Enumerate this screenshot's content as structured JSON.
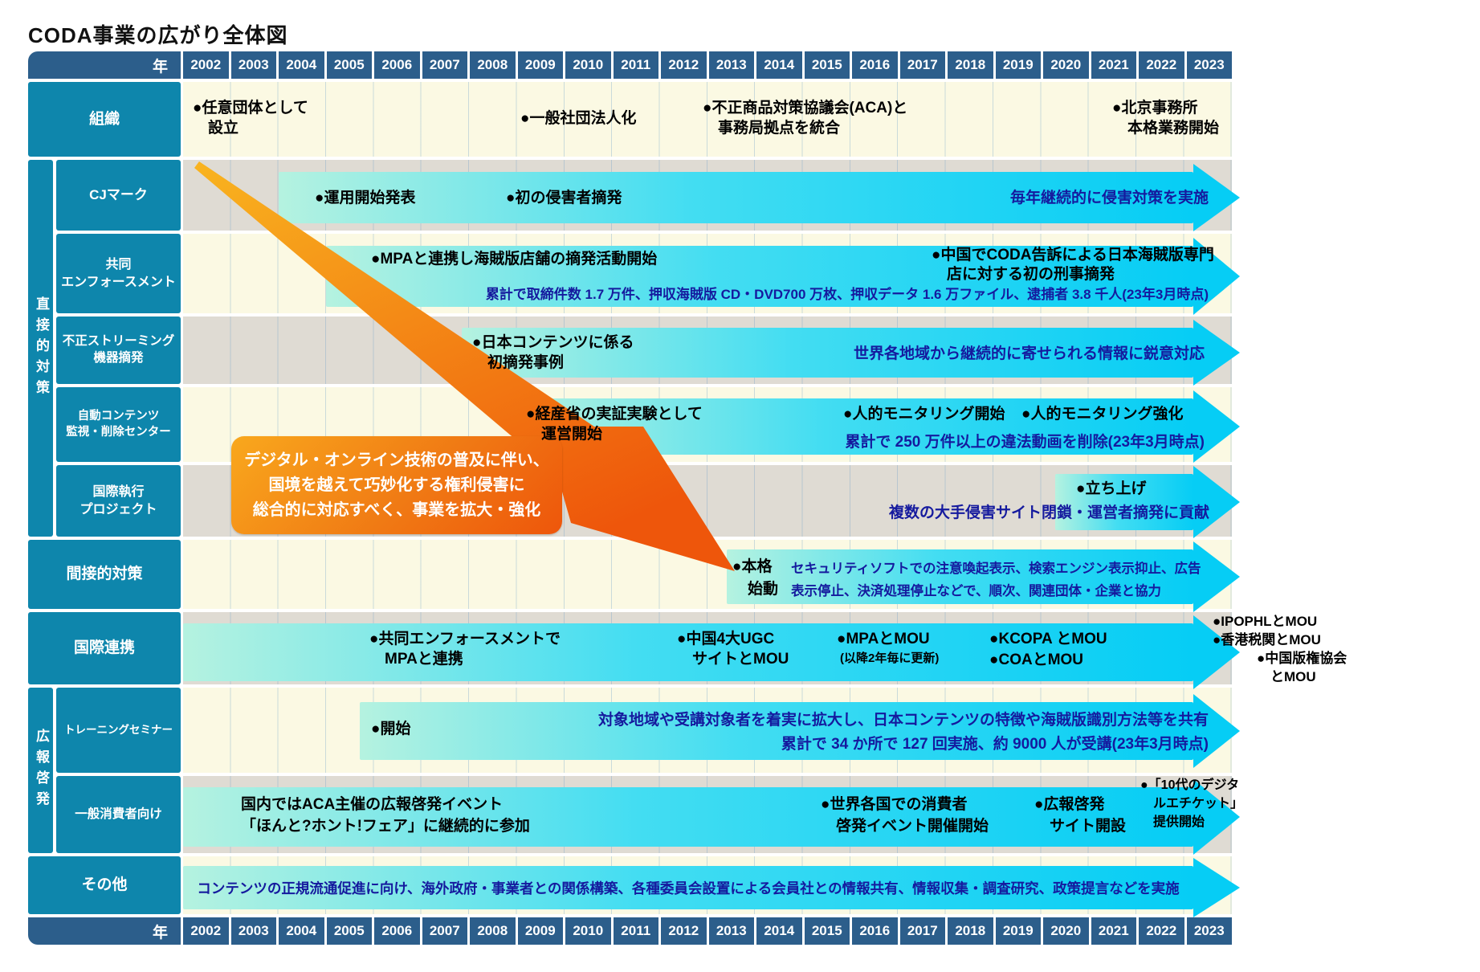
{
  "title": "CODA事業の広がり全体図",
  "year_header_label": "年",
  "years": [
    "2002",
    "2003",
    "2004",
    "2005",
    "2006",
    "2007",
    "2008",
    "2009",
    "2010",
    "2011",
    "2012",
    "2013",
    "2014",
    "2015",
    "2016",
    "2017",
    "2018",
    "2019",
    "2020",
    "2021",
    "2022",
    "2023"
  ],
  "groups": {
    "direct": "直接的対策",
    "pr": "広報啓発"
  },
  "highlight_box": "デジタル・オンライン技術の普及に伴い、\n国境を越えて巧妙化する権利侵害に\n総合的に対応すべく、事業を拡大・強化",
  "rows": {
    "org": {
      "label": "組織",
      "e1": "●任意団体として\n　設立",
      "e2": "●一般社団法人化",
      "e3": "●不正商品対策協議会(ACA)と\n　事務局拠点を統合",
      "e4": "●北京事務所\n　本格業務開始"
    },
    "cj": {
      "label": "CJマーク",
      "e1": "●運用開始発表",
      "e2": "●初の侵害者摘発",
      "note": "毎年継続的に侵害対策を実施"
    },
    "joint": {
      "label": "共同\nエンフォースメント",
      "e1": "●MPAと連携し海賊版店舗の摘発活動開始",
      "e2": "●中国でCODA告訴による日本海賊版専門\n　店に対する初の刑事摘発",
      "note": "累計で取締件数 1.7 万件、押収海賊版 CD・DVD700 万枚、押収データ 1.6 万ファイル、逮捕者 3.8 千人(23年3月時点)"
    },
    "stream": {
      "label": "不正ストリーミング\n機器摘発",
      "e1": "●日本コンテンツに係る\n　初摘発事例",
      "note": "世界各地域から継続的に寄せられる情報に鋭意対応"
    },
    "auto": {
      "label": "自動コンテンツ\n監視・削除センター",
      "e1": "●経産省の実証実験として\n　運営開始",
      "e2": "●人的モニタリング開始",
      "e3": "●人的モニタリング強化",
      "note": "累計で 250 万件以上の違法動画を削除(23年3月時点)"
    },
    "intl_exec": {
      "label": "国際執行\nプロジェクト",
      "e1": "●立ち上げ",
      "note": "複数の大手侵害サイト閉鎖・運営者摘発に貢献"
    },
    "indirect": {
      "label": "間接的対策",
      "e1": "●本格\n　始動",
      "note": "セキュリティソフトでの注意喚起表示、検索エンジン表示抑止、広告\n表示停止、決済処理停止などで、順次、関連団体・企業と協力"
    },
    "intl_coop": {
      "label": "国際連携",
      "e1": "●共同エンフォースメントで\n　MPAと連携",
      "e2": "●中国4大UGC\n　サイトとMOU",
      "e3": "●MPAとMOU",
      "e3_sub": "(以降2年毎に更新)",
      "e4": "●KCOPA とMOU\n●COAとMOU",
      "e5": "●IPOPHLとMOU\n●香港税関とMOU",
      "e6": "●中国版権協会\n　とMOU"
    },
    "training": {
      "label": "トレーニングセミナー",
      "e1": "●開始",
      "note": "対象地域や受講対象者を着実に拡大し、日本コンテンツの特徴や海賊版識別方法等を共有\n累計で 34 か所で 127 回実施、約 9000 人が受講(23年3月時点)"
    },
    "consumer": {
      "label": "一般消費者向け",
      "e1": "国内ではACA主催の広報啓発イベント\n「ほんと?ホント!フェア」に継続的に参加",
      "e2": "●世界各国での消費者\n　啓発イベント開催開始",
      "e3": "●広報啓発\n　サイト開設",
      "e4": "●「10代のデジタ\n　ルエチケット」\n　提供開始"
    },
    "other": {
      "label": "その他",
      "note": "コンテンツの正規流通促進に向け、海外政府・事業者との関係構築、各種委員会設置による会員社との情報共有、情報収集・調査研究、政策提言などを実施"
    }
  },
  "colors": {
    "header_blue": "#2c5e8b",
    "label_teal": "#0e86ac",
    "band_cream": "#fbf9e3",
    "band_grey": "#dfdbd3",
    "bar_start": "#b5f2e0",
    "bar_end": "#06cdf5",
    "note_blue": "#151a9e",
    "orange_start": "#f9a81d",
    "orange_end": "#ee560b"
  }
}
